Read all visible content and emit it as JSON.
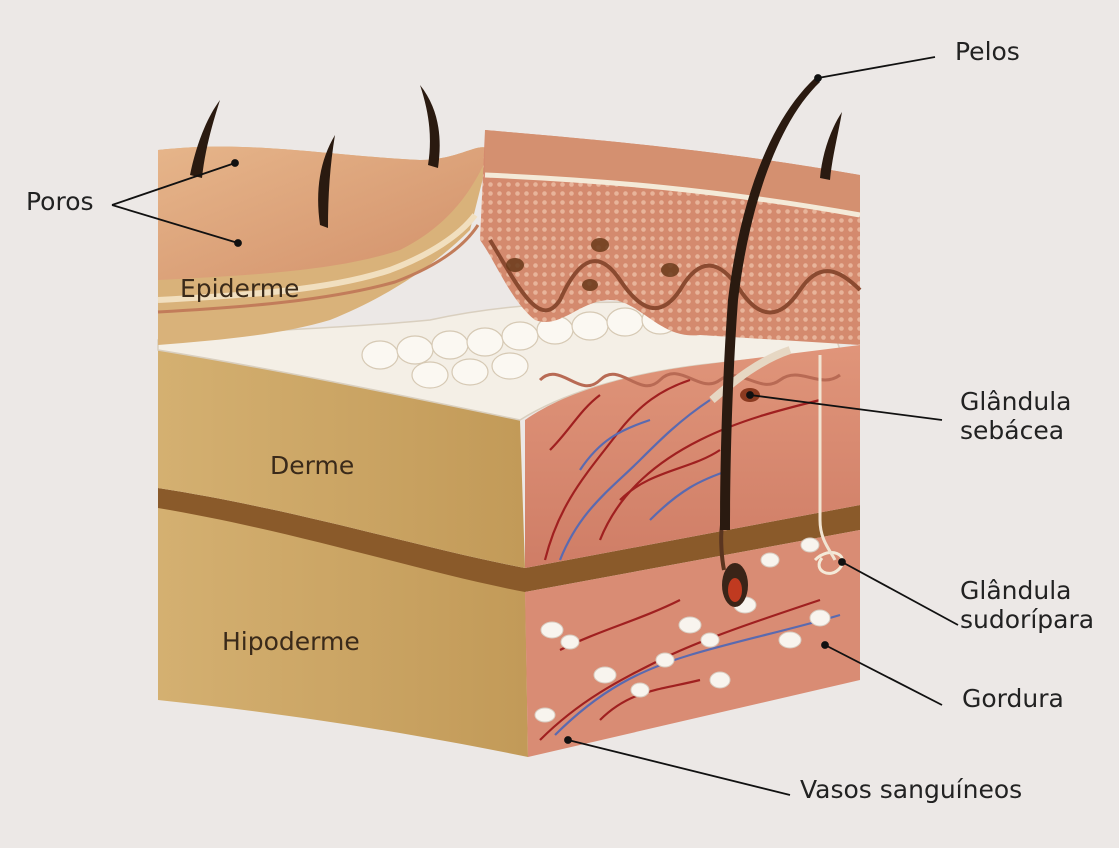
{
  "labels": {
    "pelos": "Pelos",
    "poros": "Poros",
    "epiderme": "Epiderme",
    "derme": "Derme",
    "hipoderme": "Hipoderme",
    "glandula_sebacea_1": "Glândula",
    "glandula_sebacea_2": "sebácea",
    "glandula_sudoripara_1": "Glândula",
    "glandula_sudoripara_2": "sudorípara",
    "gordura": "Gordura",
    "vasos": "Vasos sanguíneos"
  },
  "colors": {
    "background": "#ece8e6",
    "epidermis_surface": "#d9a47a",
    "dermis": "#c9a66b",
    "hypodermis": "#c4a060",
    "cut_tissue": "#d98c74",
    "dark_band": "#8a5a2a",
    "hair": "#2a1a10",
    "vessel_red": "#a02020",
    "vessel_blue": "#5a6ab0"
  }
}
